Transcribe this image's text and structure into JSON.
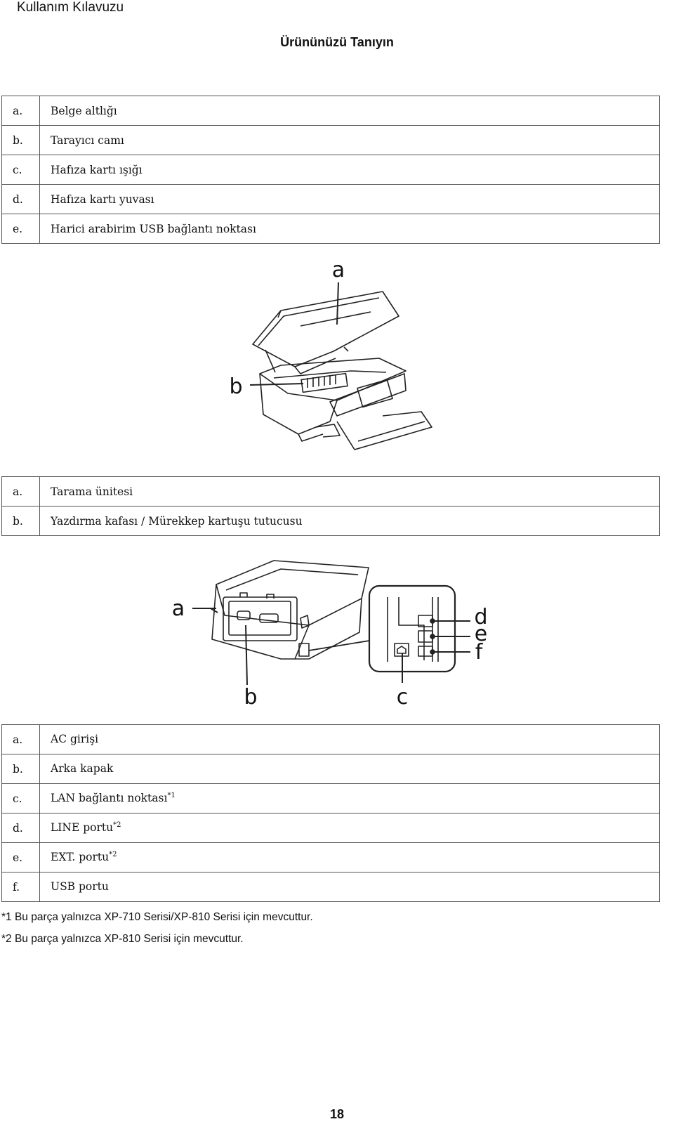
{
  "header": {
    "title": "Kullanım Kılavuzu"
  },
  "section": {
    "title": "Ürününüzü Tanıyın"
  },
  "table1": [
    {
      "key": "a.",
      "value": "Belge altlığı"
    },
    {
      "key": "b.",
      "value": "Tarayıcı camı"
    },
    {
      "key": "c.",
      "value": "Hafıza kartı ışığı"
    },
    {
      "key": "d.",
      "value": "Hafıza kartı yuvası"
    },
    {
      "key": "e.",
      "value": "Harici arabirim USB bağlantı noktası"
    }
  ],
  "figure1": {
    "labels": {
      "a": "a",
      "b": "b"
    }
  },
  "table2": [
    {
      "key": "a.",
      "value": "Tarama ünitesi"
    },
    {
      "key": "b.",
      "value": "Yazdırma kafası / Mürekkep kartuşu tutucusu"
    }
  ],
  "figure2": {
    "labels": {
      "a": "a",
      "b": "b",
      "c": "c",
      "d": "d",
      "e": "e",
      "f": "f"
    }
  },
  "table3": [
    {
      "key": "a.",
      "value": "AC girişi",
      "sup": ""
    },
    {
      "key": "b.",
      "value": "Arka kapak",
      "sup": ""
    },
    {
      "key": "c.",
      "value": "LAN bağlantı noktası",
      "sup": "*1"
    },
    {
      "key": "d.",
      "value": "LINE portu",
      "sup": "*2"
    },
    {
      "key": "e.",
      "value": "EXT. portu",
      "sup": "*2"
    },
    {
      "key": "f.",
      "value": "USB portu",
      "sup": ""
    }
  ],
  "footnotes": [
    "*1 Bu parça yalnızca XP-710 Serisi/XP-810 Serisi için mevcuttur.",
    "*2 Bu parça yalnızca XP-810 Serisi için mevcuttur."
  ],
  "page": {
    "number": "18"
  }
}
